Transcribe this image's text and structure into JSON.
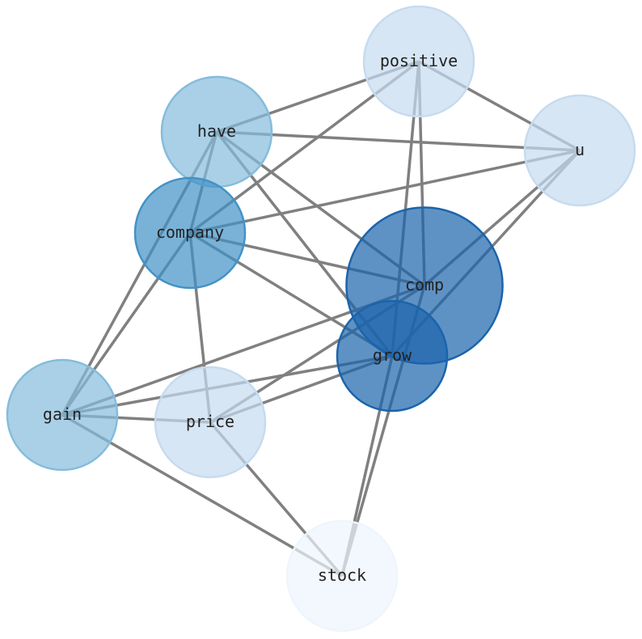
{
  "graph": {
    "nodes": [
      {
        "id": "positive",
        "label": "positive",
        "color": "#c6dbef",
        "size": 1
      },
      {
        "id": "have",
        "label": "have",
        "color": "#85bcdc",
        "size": 1
      },
      {
        "id": "u",
        "label": "u",
        "color": "#c6dbef",
        "size": 1
      },
      {
        "id": "company",
        "label": "company",
        "color": "#4292c6",
        "size": 1
      },
      {
        "id": "comp",
        "label": "comp",
        "color": "#1b64ab",
        "size": 1.42
      },
      {
        "id": "grow",
        "label": "grow",
        "color": "#1b64ab",
        "size": 1
      },
      {
        "id": "gain",
        "label": "gain",
        "color": "#85bcdc",
        "size": 1
      },
      {
        "id": "price",
        "label": "price",
        "color": "#c6dbef",
        "size": 1
      },
      {
        "id": "stock",
        "label": "stock",
        "color": "#eef5fd",
        "size": 1
      }
    ],
    "edges": [
      [
        "have",
        "positive"
      ],
      [
        "have",
        "u"
      ],
      [
        "have",
        "company"
      ],
      [
        "have",
        "gain"
      ],
      [
        "have",
        "comp"
      ],
      [
        "have",
        "grow"
      ],
      [
        "positive",
        "u"
      ],
      [
        "positive",
        "company"
      ],
      [
        "positive",
        "comp"
      ],
      [
        "positive",
        "grow"
      ],
      [
        "company",
        "u"
      ],
      [
        "company",
        "comp"
      ],
      [
        "company",
        "grow"
      ],
      [
        "company",
        "gain"
      ],
      [
        "company",
        "price"
      ],
      [
        "comp",
        "u"
      ],
      [
        "comp",
        "gain"
      ],
      [
        "comp",
        "price"
      ],
      [
        "comp",
        "stock"
      ],
      [
        "grow",
        "u"
      ],
      [
        "grow",
        "gain"
      ],
      [
        "grow",
        "price"
      ],
      [
        "grow",
        "stock"
      ],
      [
        "gain",
        "price"
      ],
      [
        "gain",
        "stock"
      ],
      [
        "price",
        "stock"
      ]
    ],
    "edge_color": "#808080"
  }
}
